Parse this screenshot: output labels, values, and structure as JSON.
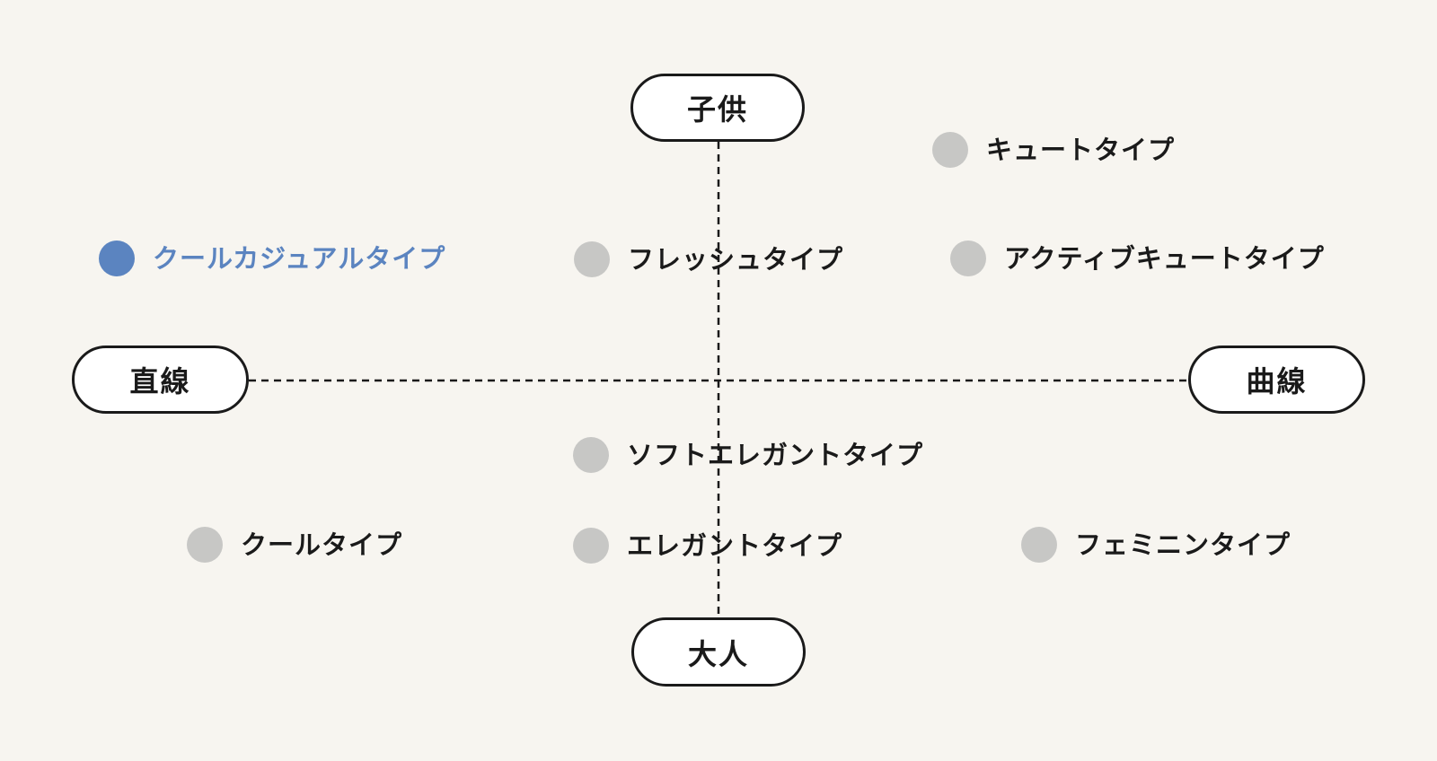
{
  "diagram": {
    "type": "quadrant-positioning-map",
    "description": "Personal color / style type quadrant map with vertical axis child-adult and horizontal axis straight-curved"
  },
  "colors": {
    "background": "#f7f5f0",
    "text": "#1a1a1a",
    "pill_background": "#ffffff",
    "pill_border": "#1a1a1a",
    "axis_line": "#1a1a1a",
    "gray_dot": "#c7c7c5",
    "highlight_blue": "#5b84c0"
  },
  "axes": {
    "top": {
      "label": "子供"
    },
    "bottom": {
      "label": "大人"
    },
    "left": {
      "label": "直線"
    },
    "right": {
      "label": "曲線"
    }
  },
  "items": [
    {
      "id": "cute",
      "label": "キュートタイプ",
      "highlighted": false,
      "quadrant": "top-right"
    },
    {
      "id": "cool-casual",
      "label": "クールカジュアルタイプ",
      "highlighted": true,
      "quadrant": "top-left"
    },
    {
      "id": "fresh",
      "label": "フレッシュタイプ",
      "highlighted": false,
      "quadrant": "top-center"
    },
    {
      "id": "active-cute",
      "label": "アクティブキュートタイプ",
      "highlighted": false,
      "quadrant": "top-right"
    },
    {
      "id": "soft-elegant",
      "label": "ソフトエレガントタイプ",
      "highlighted": false,
      "quadrant": "bottom-center"
    },
    {
      "id": "cool",
      "label": "クールタイプ",
      "highlighted": false,
      "quadrant": "bottom-left"
    },
    {
      "id": "elegant",
      "label": "エレガントタイプ",
      "highlighted": false,
      "quadrant": "bottom-center"
    },
    {
      "id": "feminine",
      "label": "フェミニンタイプ",
      "highlighted": false,
      "quadrant": "bottom-right"
    }
  ]
}
